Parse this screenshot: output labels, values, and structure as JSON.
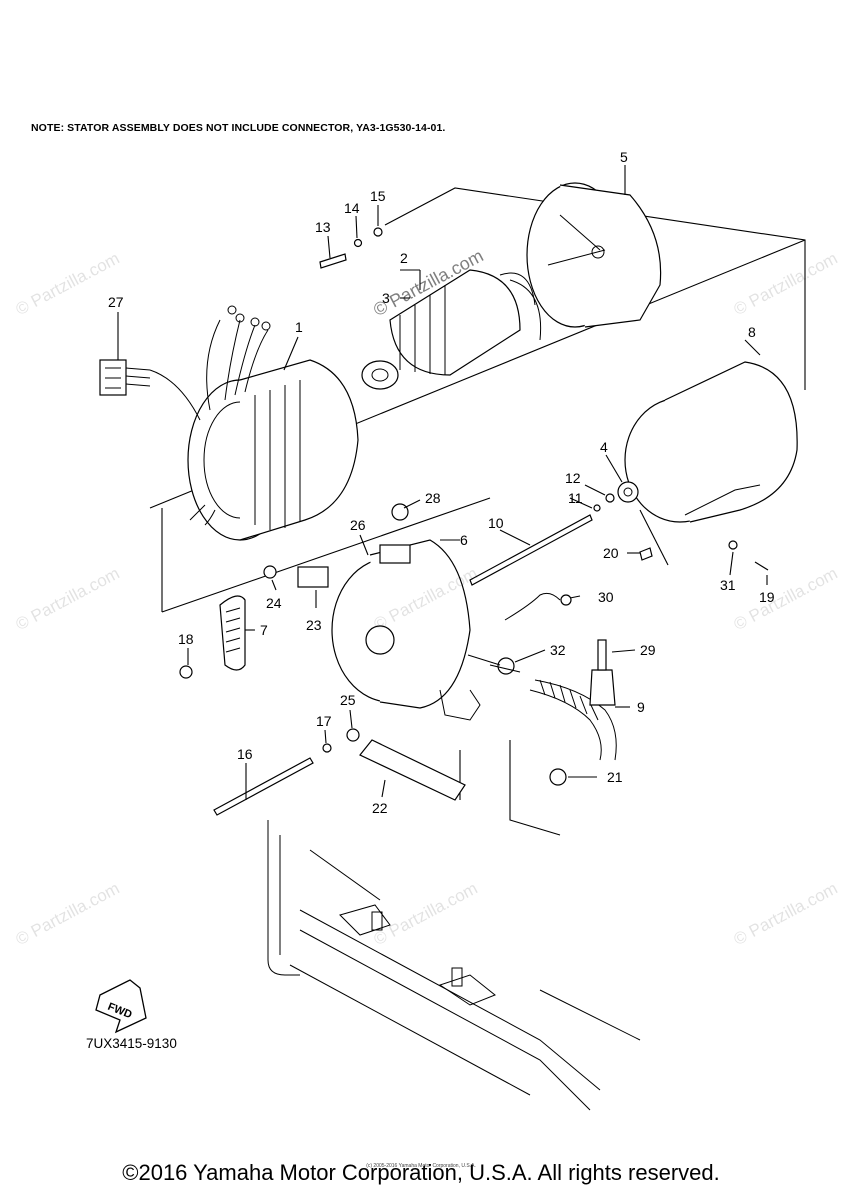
{
  "note": "NOTE: STATOR ASSEMBLY DOES NOT INCLUDE CONNECTOR, YA3-1G530-14-01.",
  "figure_code": "7UX3415-9130",
  "copyright": "©2016 Yamaha Motor Corporation, U.S.A. All rights reserved.",
  "small_copyright": "(c) 2005-2016 Yamaha Motor Corporation, U.S.A.",
  "watermark": "© Partzilla.com",
  "fwd_label": "FWD",
  "callouts": [
    "1",
    "2",
    "3",
    "4",
    "5",
    "6",
    "7",
    "8",
    "9",
    "10",
    "11",
    "12",
    "13",
    "14",
    "15",
    "16",
    "17",
    "18",
    "19",
    "20",
    "21",
    "22",
    "23",
    "24",
    "25",
    "26",
    "27",
    "28",
    "29",
    "30",
    "31",
    "32"
  ]
}
